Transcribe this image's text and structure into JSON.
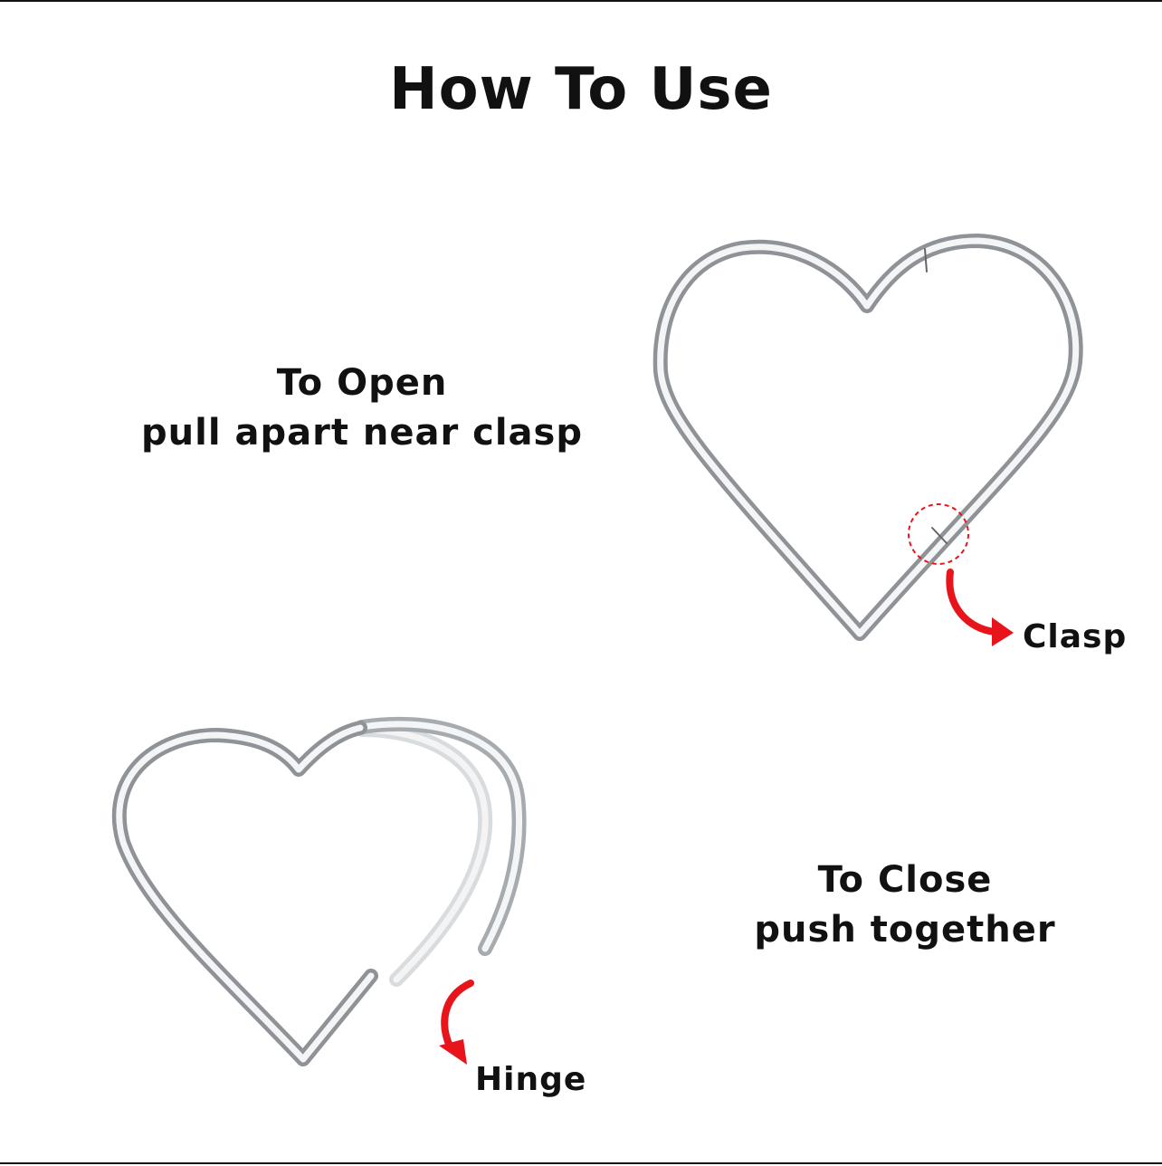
{
  "title": "How To Use",
  "open": {
    "line1": "To  Open",
    "line2": "pull apart near clasp"
  },
  "close": {
    "line1": "To Close",
    "line2": "push together"
  },
  "labels": {
    "clasp": "Clasp",
    "hinge": "Hinge"
  },
  "colors": {
    "accent": "#e8141b",
    "metal_dark": "#8f9398",
    "metal_light": "#f4f5f6"
  }
}
